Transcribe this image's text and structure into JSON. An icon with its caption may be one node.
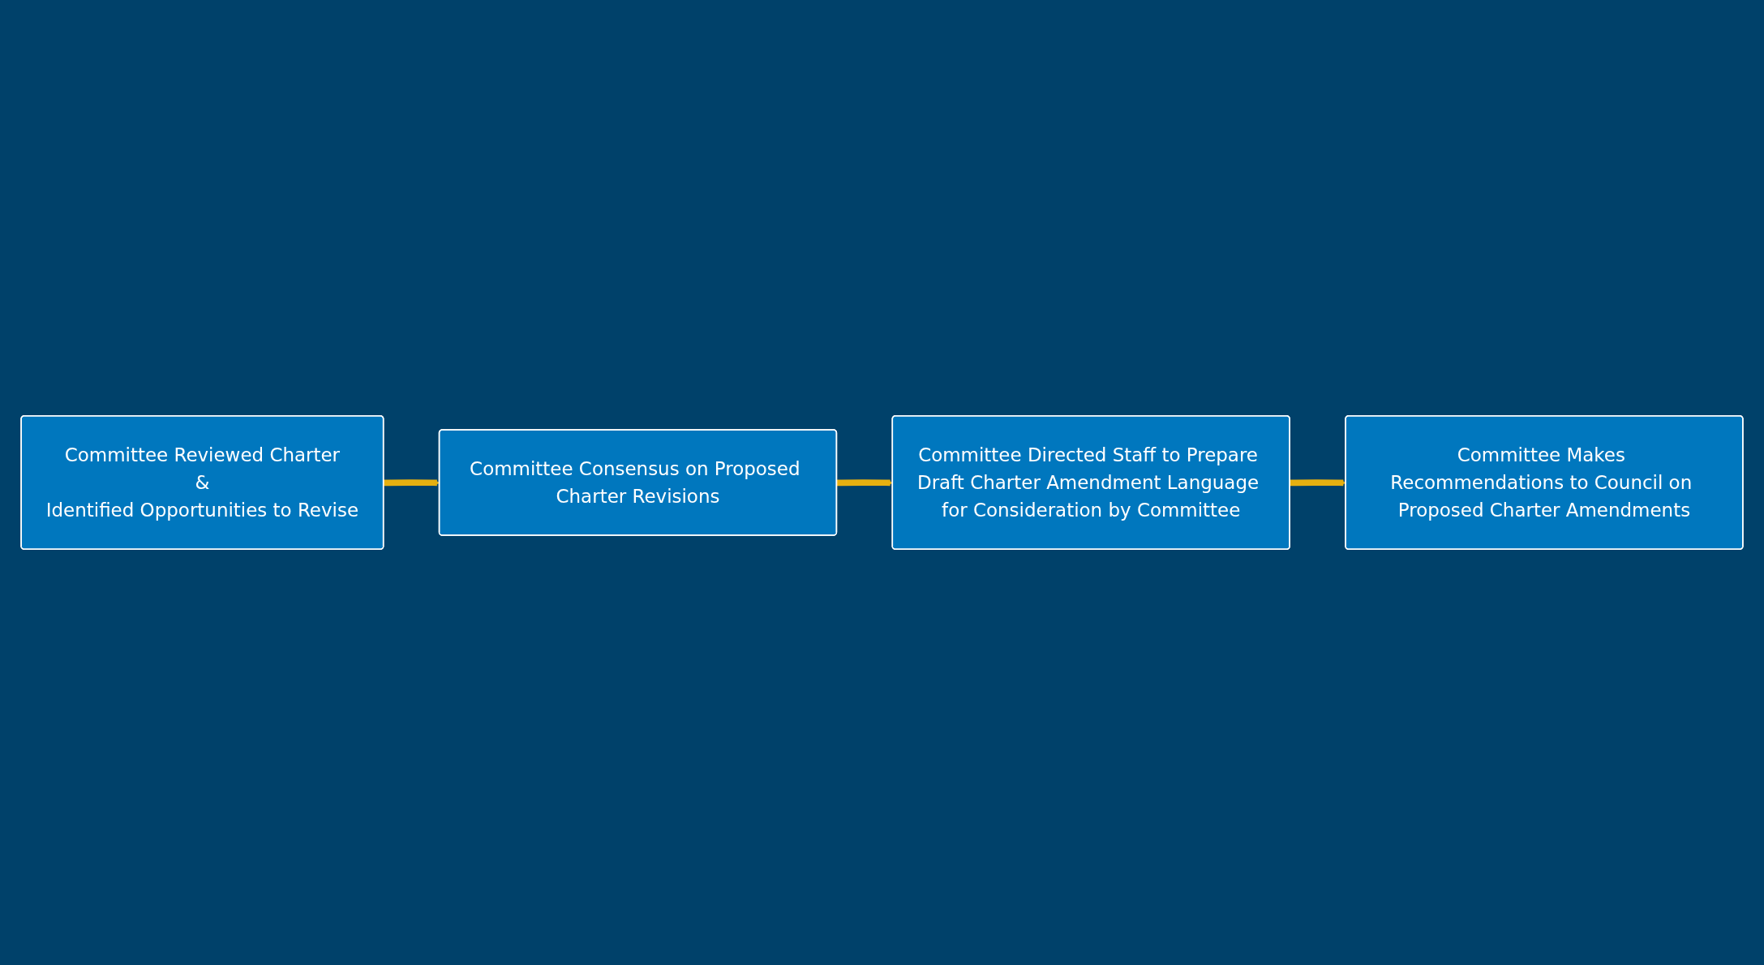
{
  "diagram": {
    "nodes": [
      {
        "text": [
          "Committee Reviewed Charter",
          "&",
          "Identified Opportunities to Revise"
        ]
      },
      {
        "text": [
          "Committee Consensus on Proposed Charter Revisions"
        ]
      },
      {
        "text": [
          "Committee Directed Staff to Prepare Draft Charter Amendment Language for Consideration by Committee"
        ]
      },
      {
        "text": [
          "Committee Makes Recommendations to Council on Proposed Charter Amendments"
        ]
      }
    ],
    "edges": [
      {
        "from": 0,
        "to": 1,
        "arrow": "to"
      },
      {
        "from": 1,
        "to": 2,
        "arrow": "to"
      },
      {
        "from": 2,
        "to": 3,
        "arrow": "to"
      }
    ]
  }
}
